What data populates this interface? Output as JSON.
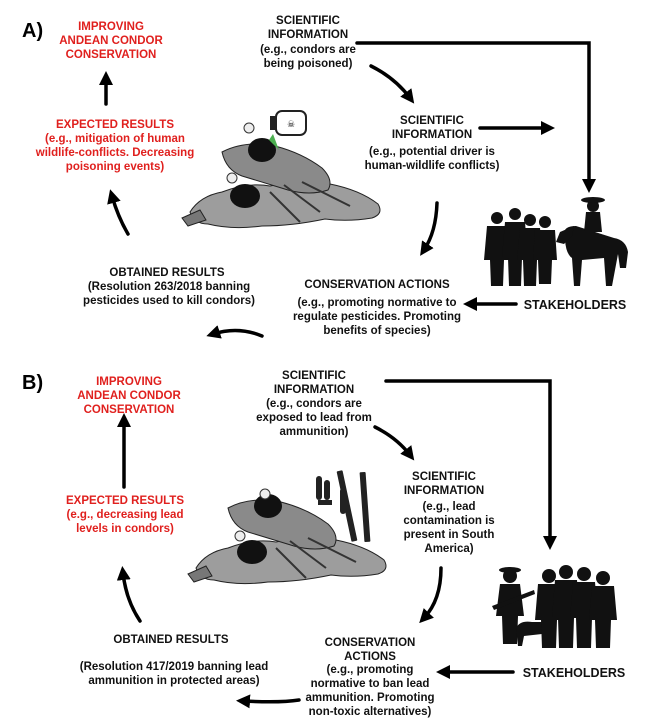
{
  "panelA": {
    "label": "A)",
    "improving": "IMPROVING\nANDEAN CONDOR\nCONSERVATION",
    "sci1_title": "SCIENTIFIC\nINFORMATION",
    "sci1_example": "(e.g., condors are\nbeing poisoned)",
    "sci2_title": "SCIENTIFIC\nINFORMATION",
    "sci2_example": "(e.g., potential driver is\nhuman-wildlife conflicts)",
    "expected": "EXPECTED RESULTS\n(e.g., mitigation of human\nwildlife-conflicts. Decreasing\npoisoning events)",
    "obtained_title": "OBTAINED RESULTS",
    "obtained_example": "(Resolution 263/2018 banning\npesticides used to kill condors)",
    "conservation_title": "CONSERVATION ACTIONS",
    "conservation_example": "(e.g., promoting normative to\nregulate pesticides. Promoting\nbenefits of species)",
    "stakeholders": "STAKEHOLDERS"
  },
  "panelB": {
    "label": "B)",
    "improving": "IMPROVING\nANDEAN CONDOR\nCONSERVATION",
    "sci1_title": "SCIENTIFIC\nINFORMATION",
    "sci1_example": "(e.g., condors are\nexposed to lead from\nammunition)",
    "sci2_title": "SCIENTIFIC\nINFORMATION",
    "sci2_example": "(e.g., lead\ncontamination is\npresent in South\nAmerica)",
    "expected_title": "EXPECTED RESULTS",
    "expected_example": "(e.g., decreasing lead\nlevels in condors)",
    "obtained_title": "OBTAINED RESULTS",
    "obtained_example": "(Resolution 417/2019 banning lead\nammunition in protected areas)",
    "conservation_title": "CONSERVATION\nACTIONS",
    "conservation_example": "(e.g., promoting\nnormative to ban lead\nammunition. Promoting\nnon-toxic alternatives)",
    "stakeholders": "STAKEHOLDERS"
  },
  "colors": {
    "accent_red": "#e0201e",
    "text": "#111111",
    "arrow": "#000000"
  }
}
